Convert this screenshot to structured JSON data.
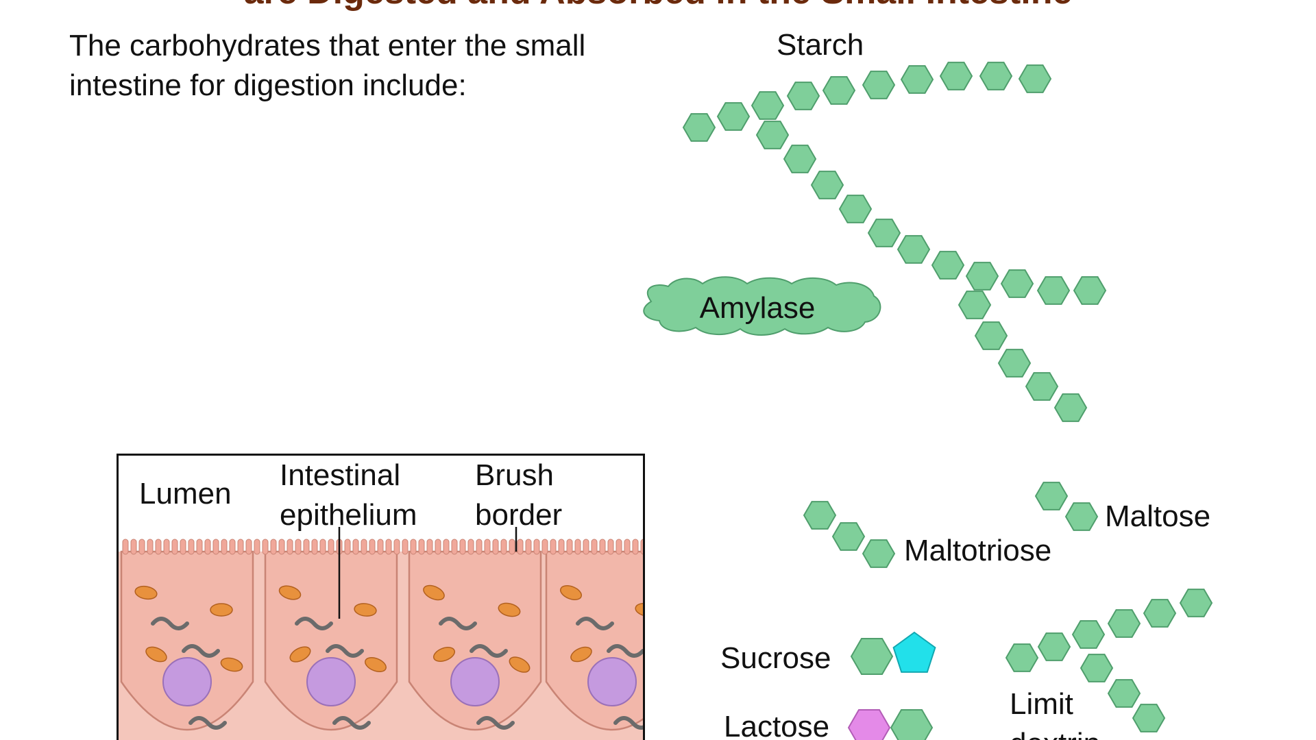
{
  "slide": {
    "title": "are Digested and Absorbed in the Small Intestine",
    "intro": "The carbohydrates that enter the small intestine for digestion include:"
  },
  "labels": {
    "starch": "Starch",
    "amylase": "Amylase",
    "maltose": "Maltose",
    "maltotriose": "Maltotriose",
    "sucrose": "Sucrose",
    "lactose": "Lactose",
    "limit_dextrin": "Limit dextrin"
  },
  "inset": {
    "lumen": "Lumen",
    "epithelium": "Intestinal epithelium",
    "brush_border": "Brush border"
  },
  "colors": {
    "title": "#6b2a0c",
    "glucose": "#7fcf9a",
    "glucose_stroke": "#4f9e6c",
    "fructose": "#22e0ea",
    "galactose": "#e48ae8",
    "cell": "#f2b7aa",
    "nucleus": "#c59adf",
    "mitochondria": "#e8913d"
  }
}
